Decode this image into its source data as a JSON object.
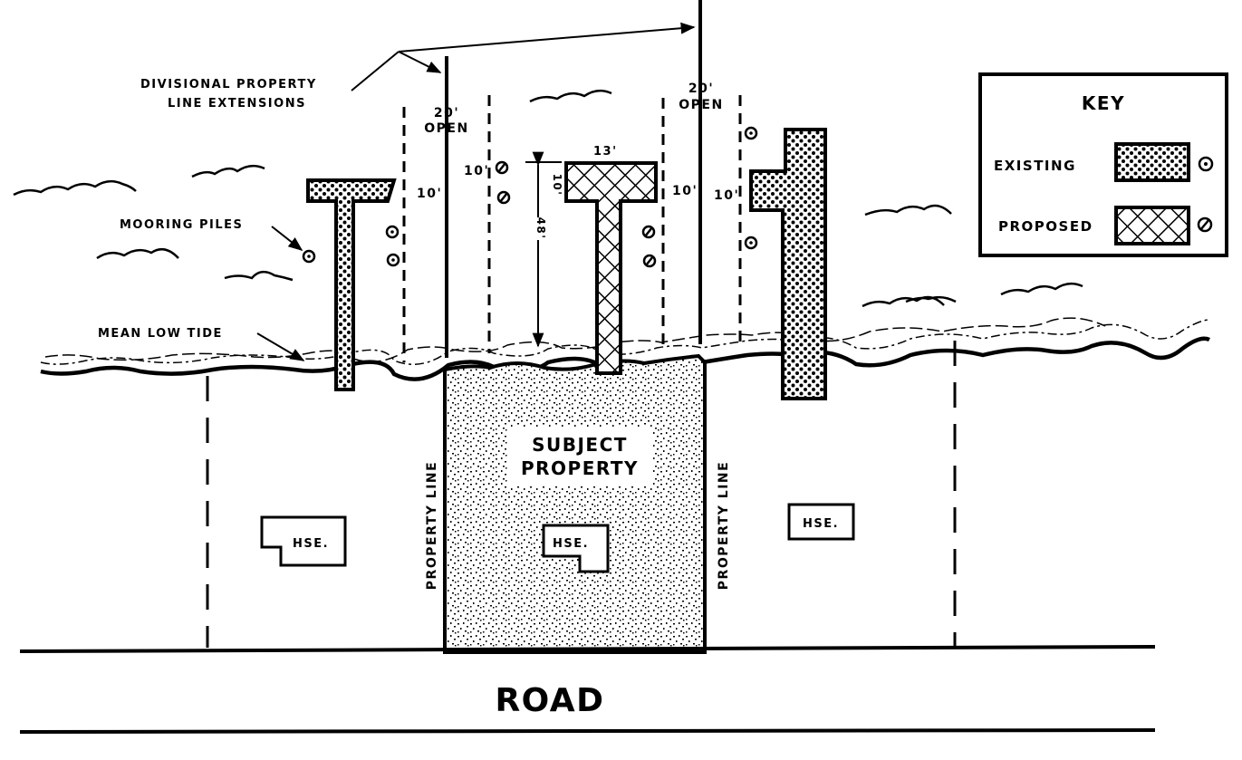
{
  "diagram": {
    "title": "Subject property dock and mooring pile layout",
    "labels": {
      "divisional_line": [
        "DIVISIONAL PROPERTY",
        "LINE EXTENSIONS"
      ],
      "open_left": [
        "20'",
        "OPEN"
      ],
      "open_right": [
        "20'",
        "OPEN"
      ],
      "mooring_piles": "MOORING PILES",
      "mean_low_tide": "MEAN LOW TIDE",
      "subject_property": [
        "SUBJECT",
        "PROPERTY"
      ],
      "property_line": "PROPERTY LINE",
      "house": "HSE.",
      "road": "ROAD"
    },
    "dimensions": {
      "left_setback_1": "10'",
      "left_setback_2": "10'",
      "dock_head_width": "13'",
      "dock_head_depth": "10'",
      "dock_length": "48'",
      "right_setback_1": "10'",
      "right_setback_2": "10'"
    },
    "key": {
      "title": "KEY",
      "items": [
        {
          "label": "EXISTING",
          "pattern": "dotted",
          "pile_symbol": "circle-dot"
        },
        {
          "label": "PROPOSED",
          "pattern": "crosshatch",
          "pile_symbol": "circle-slash"
        }
      ]
    },
    "colors": {
      "ink": "#000000",
      "paper": "#ffffff"
    }
  }
}
